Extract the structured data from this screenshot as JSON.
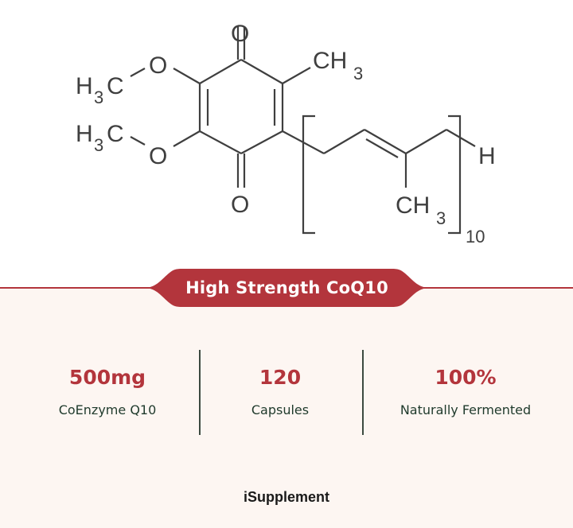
{
  "molecule": {
    "name": "Coenzyme Q10 structural formula",
    "atoms": {
      "carbonyl_top_o": "O",
      "carbonyl_bottom_o": "O",
      "methoxy_upper_o": "O",
      "methoxy_lower_o": "O",
      "methoxy_upper_group": {
        "h": "H",
        "sub": "3",
        "c": "C"
      },
      "methoxy_lower_group": {
        "h": "H",
        "sub": "3",
        "c": "C"
      },
      "ring_methyl": {
        "ch": "CH",
        "sub": "3"
      },
      "chain_methyl": {
        "ch": "CH",
        "sub": "3"
      },
      "terminal_h": "H"
    },
    "repeat_count": "10"
  },
  "banner": {
    "label": "High Strength CoQ10",
    "color": "#b3353c"
  },
  "stats": [
    {
      "value": "500mg",
      "label": "CoEnzyme Q10"
    },
    {
      "value": "120",
      "label": "Capsules"
    },
    {
      "value": "100%",
      "label": "Naturally Fermented"
    }
  ],
  "colors": {
    "accent": "#b3353c",
    "panel_bg": "#fdf6f2",
    "label_text": "#1f3a2c",
    "structure_ink": "#3f3f3f"
  },
  "brand": {
    "name": "iSupplement"
  }
}
